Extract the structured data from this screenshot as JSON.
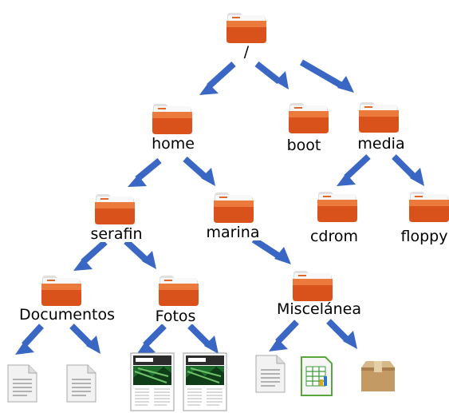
{
  "colors": {
    "arrow": "#3a66c4",
    "folder_front": "#e05a20",
    "folder_back": "#e87a3a",
    "folder_tab": "#f4f4f4"
  },
  "tree": {
    "root": {
      "label": "/",
      "icon": "folder-icon"
    },
    "home": {
      "label": "home",
      "icon": "folder-icon"
    },
    "boot": {
      "label": "boot",
      "icon": "folder-icon"
    },
    "media": {
      "label": "media",
      "icon": "folder-icon"
    },
    "serafin": {
      "label": "serafin",
      "icon": "folder-icon"
    },
    "marina": {
      "label": "marina",
      "icon": "folder-icon"
    },
    "cdrom": {
      "label": "cdrom",
      "icon": "folder-icon"
    },
    "floppy": {
      "label": "floppy",
      "icon": "folder-icon"
    },
    "documentos": {
      "label": "Documentos",
      "icon": "folder-icon"
    },
    "fotos": {
      "label": "Fotos",
      "icon": "folder-icon"
    },
    "miscelanea": {
      "label": "Miscelánea",
      "icon": "folder-icon"
    },
    "doc_file_1": {
      "icon": "text-document-icon"
    },
    "doc_file_2": {
      "icon": "text-document-icon"
    },
    "photo_file_1": {
      "icon": "magazine-image-icon"
    },
    "photo_file_2": {
      "icon": "magazine-image-icon"
    },
    "misc_file_text": {
      "icon": "text-document-icon"
    },
    "misc_file_sheet": {
      "icon": "spreadsheet-icon"
    },
    "misc_file_package": {
      "icon": "package-box-icon"
    }
  }
}
